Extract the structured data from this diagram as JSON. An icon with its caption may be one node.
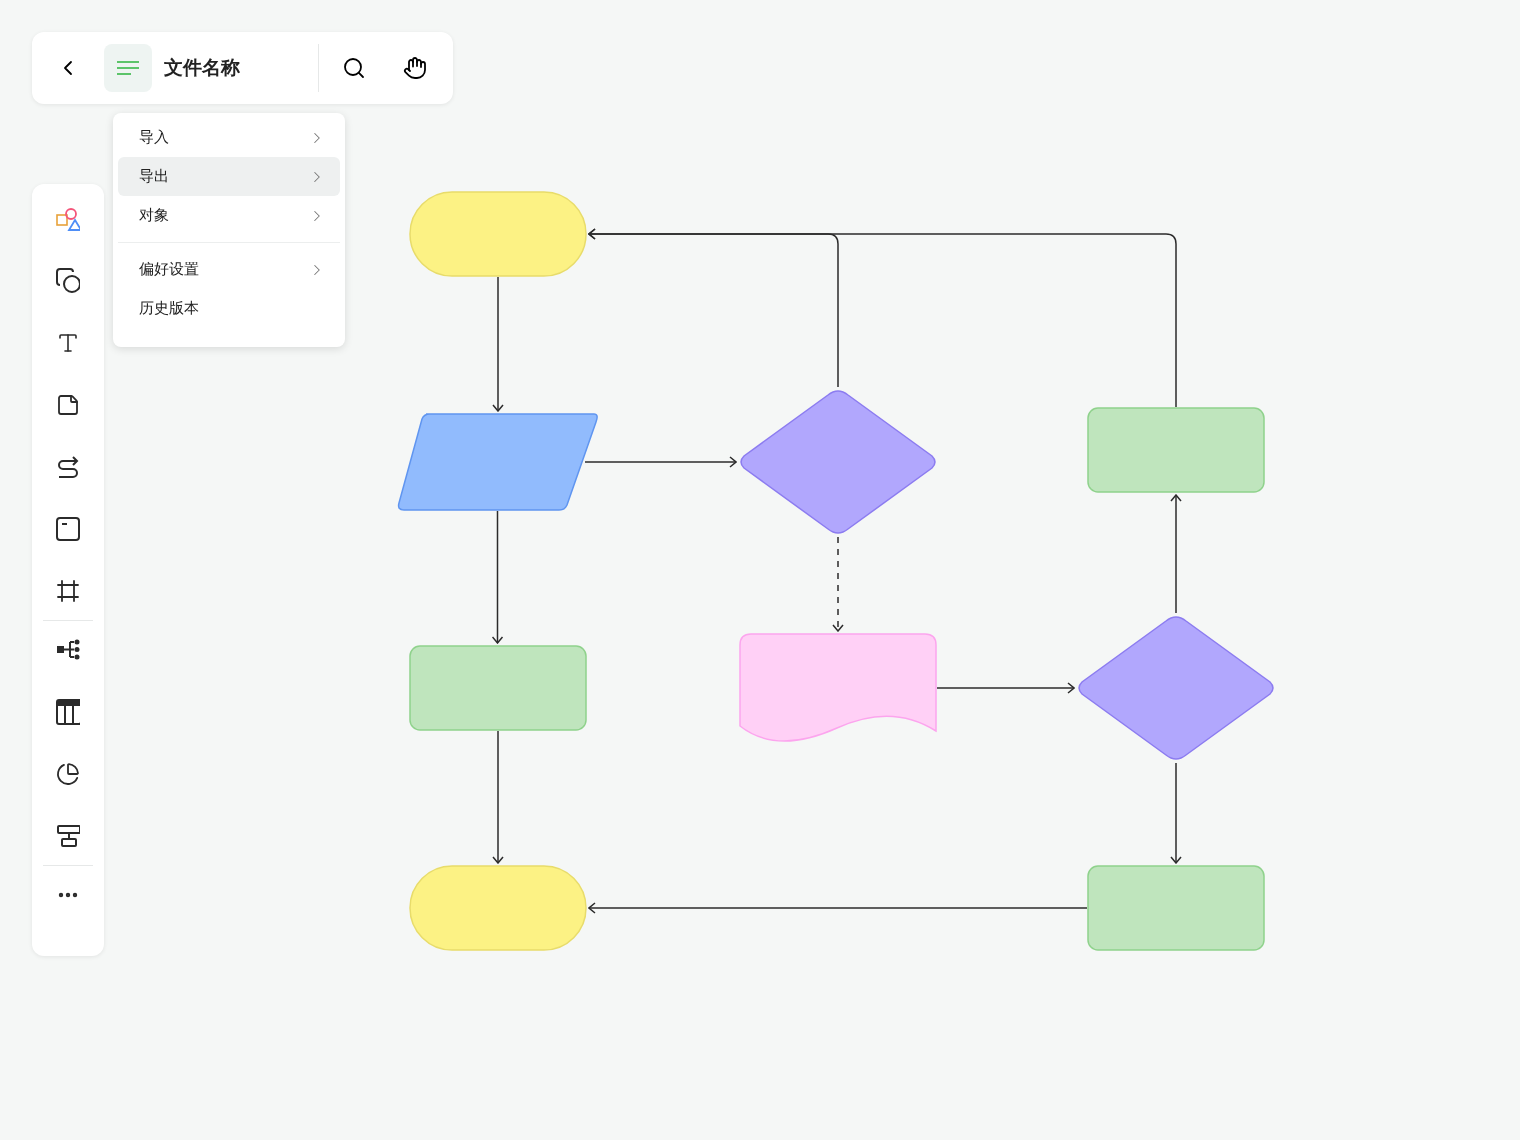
{
  "diagram": {
    "nodes": [
      {
        "text": [],
        "shape": "pill"
      },
      {
        "text": [],
        "shape": "parallelogram"
      },
      {
        "text": [],
        "shape": "diamond"
      },
      {
        "text": [],
        "shape": "box"
      },
      {
        "text": [],
        "shape": "box"
      },
      {
        "text": [],
        "shape": "document"
      },
      {
        "text": [],
        "shape": "diamond"
      },
      {
        "text": [],
        "shape": "pill"
      },
      {
        "text": [],
        "shape": "box"
      }
    ],
    "edges": [
      {
        "from": 0,
        "to": 1,
        "arrow": "to"
      },
      {
        "from": 1,
        "to": 2,
        "arrow": "to"
      },
      {
        "from": 2,
        "to": 0,
        "arrow": "to"
      },
      {
        "from": 3,
        "to": 0,
        "arrow": "to"
      },
      {
        "from": 1,
        "to": 4,
        "arrow": "to"
      },
      {
        "from": 2,
        "to": 5,
        "arrow": "to",
        "style": "dashed"
      },
      {
        "from": 5,
        "to": 6,
        "arrow": "to"
      },
      {
        "from": 6,
        "to": 3,
        "arrow": "to"
      },
      {
        "from": 6,
        "to": 8,
        "arrow": "to"
      },
      {
        "from": 4,
        "to": 7,
        "arrow": "to"
      },
      {
        "from": 8,
        "to": 7,
        "arrow": "to"
      }
    ],
    "labels": [
      "文件名称",
      "导入",
      "导出",
      "对象",
      "偏好设置",
      "历史版本"
    ]
  }
}
